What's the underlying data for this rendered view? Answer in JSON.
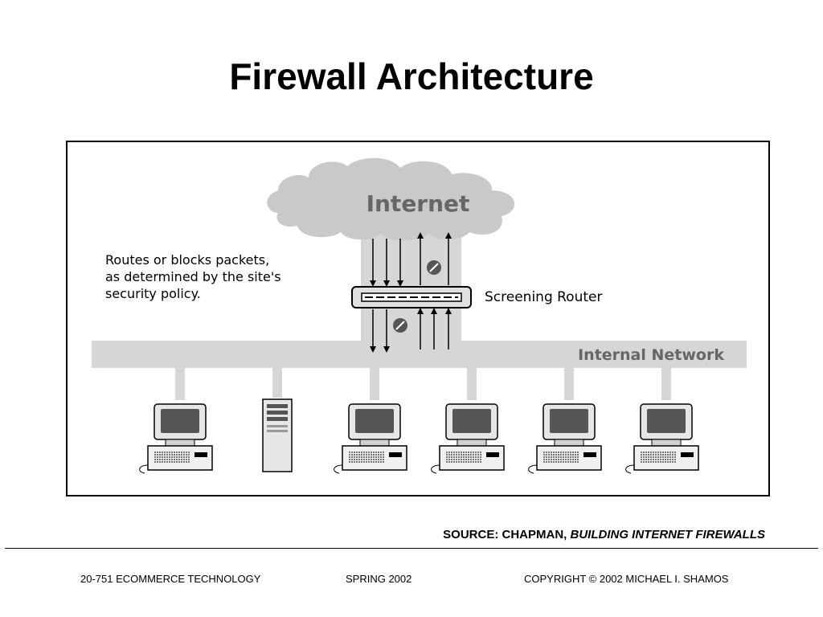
{
  "slide": {
    "title": "Firewall Architecture",
    "source_prefix": "SOURCE: CHAPMAN, ",
    "source_title": "BUILDING INTERNET FIREWALLS"
  },
  "diagram": {
    "cloud_label": "Internet",
    "annotation_lines": [
      "Routes or blocks packets,",
      "as determined by the site's",
      "security policy."
    ],
    "router_label": "Screening Router",
    "network_label": "Internal Network",
    "hosts": [
      {
        "type": "workstation"
      },
      {
        "type": "server"
      },
      {
        "type": "workstation"
      },
      {
        "type": "workstation"
      },
      {
        "type": "workstation"
      },
      {
        "type": "workstation"
      }
    ],
    "colors": {
      "cloud": "#c9c9c9",
      "bar": "#d6d6d6",
      "text_gray": "#666666"
    }
  },
  "footer": {
    "course": "20-751 ECOMMERCE TECHNOLOGY",
    "term": "SPRING 2002",
    "copyright": "COPYRIGHT © 2002 MICHAEL I. SHAMOS"
  }
}
